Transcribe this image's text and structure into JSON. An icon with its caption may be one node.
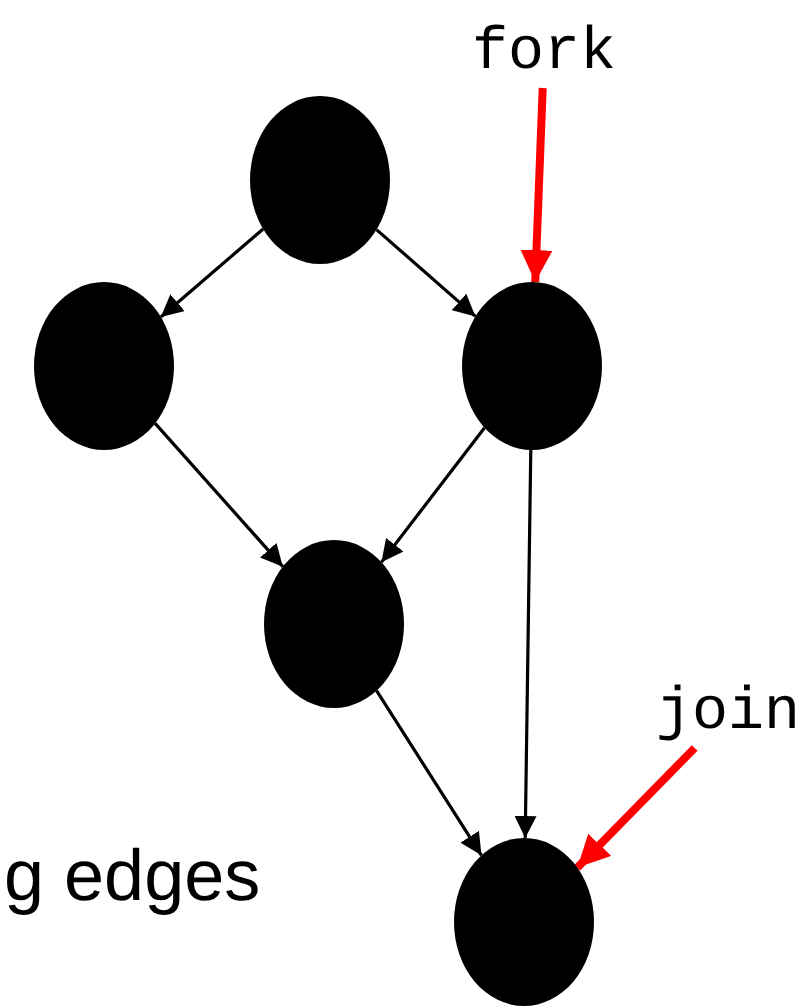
{
  "diagram": {
    "nodes": [
      {
        "text": [],
        "shape": "circle"
      },
      {
        "text": [],
        "shape": "circle"
      },
      {
        "text": [],
        "shape": "circle"
      },
      {
        "text": [],
        "shape": "circle"
      },
      {
        "text": [],
        "shape": "circle"
      },
      {
        "text": [
          "fork"
        ]
      },
      {
        "text": [
          "join"
        ]
      }
    ],
    "edges": [
      {
        "from": 0,
        "to": 1,
        "arrow": "to"
      },
      {
        "from": 0,
        "to": 2,
        "arrow": "to"
      },
      {
        "from": 1,
        "to": 3,
        "arrow": "to"
      },
      {
        "from": 2,
        "to": 3,
        "arrow": "to"
      },
      {
        "from": 3,
        "to": 4,
        "arrow": "to"
      },
      {
        "from": 2,
        "to": 4,
        "arrow": "to"
      },
      {
        "from": 5,
        "to": 2,
        "arrow": "to",
        "style": "thick",
        "color": "#ff0000"
      },
      {
        "from": 6,
        "to": 4,
        "arrow": "to",
        "style": "thick",
        "color": "#ff0000"
      }
    ],
    "labels": [
      "g edges"
    ]
  }
}
